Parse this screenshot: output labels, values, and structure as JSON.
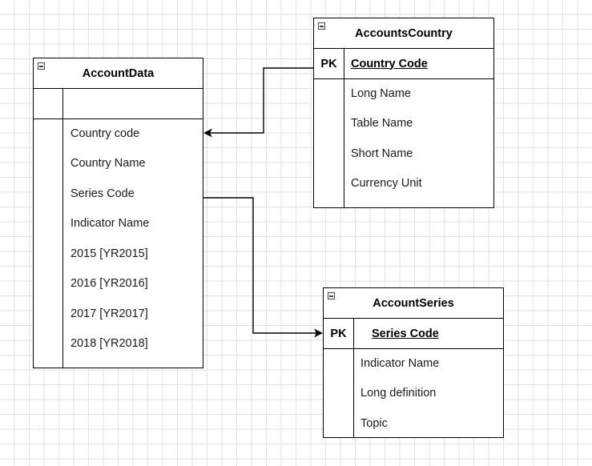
{
  "entities": {
    "account_data": {
      "title": "AccountData",
      "fields": [
        "Country code",
        "Country Name",
        "Series Code",
        "Indicator Name",
        "2015 [YR2015]",
        "2016 [YR2016]",
        "2017 [YR2017]",
        "2018 [YR2018]"
      ]
    },
    "accounts_country": {
      "title": "AccountsCountry",
      "pk_label": "PK",
      "pk_field": "Country Code",
      "fields": [
        "Long Name",
        "Table Name",
        "Short Name",
        "Currency Unit"
      ]
    },
    "account_series": {
      "title": "AccountSeries",
      "pk_label": "PK",
      "pk_field": "Series Code",
      "fields": [
        "Indicator Name",
        "Long definition",
        "Topic"
      ]
    }
  },
  "relations": [
    {
      "from": "accounts_country.Country Code",
      "to": "account_data.Country code"
    },
    {
      "from": "account_data.Series Code",
      "to": "account_series.Series Code"
    }
  ]
}
